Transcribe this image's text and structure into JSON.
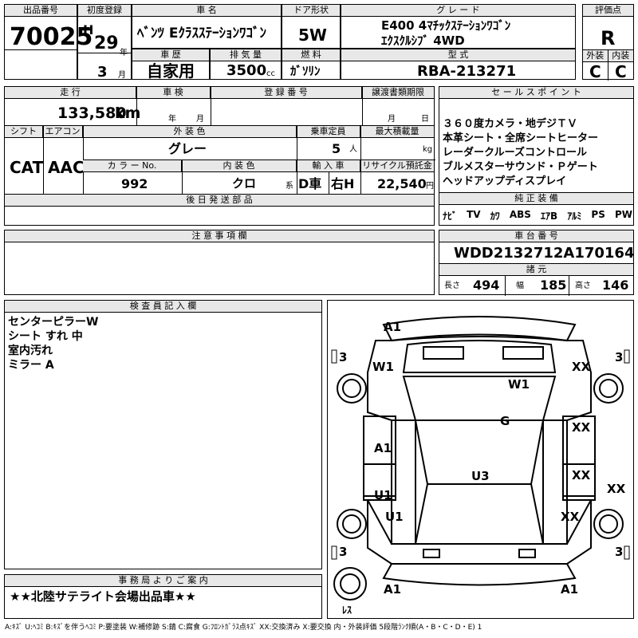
{
  "header": {
    "lot_label": "出品番号",
    "lot_number": "70025",
    "first_reg_label": "初度登録",
    "era_letter": "H",
    "reg_year": "29",
    "year_unit": "年",
    "reg_month": "3",
    "month_unit": "月",
    "car_name_label": "車 名",
    "car_name": "ﾍﾞﾝﾂ Eｸﾗｽｽﾃｰｼｮﾝﾜｺﾞﾝ",
    "door_label": "ドア形状",
    "door_value": "5W",
    "grade_label": "グ レ ー ド",
    "grade_line1": "E400 4ﾏﾁｯｸｽﾃｰｼｮﾝﾜｺﾞﾝ",
    "grade_line2": "ｴｸｽｸﾙｼﾌﾞ 4WD",
    "score_label": "評価点",
    "score": "R",
    "history_label": "車 歴",
    "history_value": "自家用",
    "displacement_label": "排 気 量",
    "displacement_value": "3500",
    "displacement_unit": "cc",
    "fuel_label": "燃 料",
    "fuel_value": "ｶﾞｿﾘﾝ",
    "model_label": "型 式",
    "model_value": "RBA-213271",
    "exterior_label": "外装",
    "exterior_grade": "C",
    "interior_label": "内装",
    "interior_grade": "C"
  },
  "details": {
    "mileage_label": "走 行",
    "mileage_value": "133,580",
    "mileage_unit": "km",
    "inspection_label": "車 検",
    "insp_year_unit": "年",
    "insp_month_unit": "月",
    "plate_label": "登 録 番 号",
    "transfer_label": "譲渡書類期限",
    "transfer_month_unit": "月",
    "transfer_day_unit": "日",
    "shift_label": "シフト",
    "shift_value": "CAT",
    "ac_label": "エアコン",
    "ac_value": "AAC",
    "color_label": "外 装 色",
    "color_value": "グレー",
    "capacity_label": "乗車定員",
    "capacity_value": "5",
    "capacity_unit": "人",
    "load_label": "最大積載量",
    "load_unit": "kg",
    "color_no_label": "カ ラ ー No.",
    "color_no_value": "992",
    "interior_color_label": "内 装 色",
    "interior_color_value": "クロ",
    "interior_color_unit": "系",
    "import_label": "輸 入 車",
    "import_value1": "D車",
    "import_value2": "右H",
    "recycle_label": "リサイクル預託金",
    "recycle_value": "22,540",
    "recycle_unit": "円",
    "later_parts_label": "後 日 発 送 部 品"
  },
  "sales_points": {
    "label": "セ ー ル ス ポ イ ン ト",
    "lines": [
      "３６０度カメラ・地デジＴＶ",
      "本革シート・全席シートヒーター",
      "レーダークルーズコントロール",
      "ブルメスターサウンド・Ｐゲート",
      "ヘッドアップディスプレイ"
    ]
  },
  "equipment": {
    "label": "純 正 装 備",
    "items": [
      "ﾅﾋﾞ",
      "TV",
      "ｶﾜ",
      "ABS",
      "ｴｱB",
      "ｱﾙﾐ",
      "PS",
      "PW"
    ]
  },
  "notes": {
    "label": "注 意 事 項 欄"
  },
  "chassis": {
    "label": "車 台 番 号",
    "value": "WDD2132712A170164",
    "spec_label": "諸 元",
    "length_label": "長さ",
    "length_value": "494",
    "width_label": "幅",
    "width_value": "185",
    "height_label": "高さ",
    "height_value": "146"
  },
  "inspector": {
    "label": "検 査 員 記 入 欄",
    "lines": [
      "センターピラーW",
      "シート すれ 中",
      "室内汚れ",
      "ミラー A"
    ]
  },
  "diagram": {
    "marks": {
      "front_bumper": "A1",
      "tire_fl": "3",
      "tire_fr": "3",
      "fender_fl": "W1",
      "fender_fr": "XX",
      "hood": "W1",
      "windshield": "G",
      "door_fl": "A1",
      "door_fr": "XX",
      "roof": "U3",
      "door_rl": "U1",
      "door_rr": "XX",
      "rocker_r": "XX",
      "fender_rl": "U1",
      "fender_rr": "XX",
      "tire_rl": "3",
      "tire_rr": "3",
      "rear_l": "A1",
      "rear_r": "A1",
      "spare": "ﾚｽ"
    }
  },
  "office": {
    "label": "事 務 局 よ り ご 案 内",
    "message": "★★北陸サテライト会場出品車★★"
  },
  "legend": "A:ｷｽﾞ U:ﾍｺﾐ B:ｷｽﾞを伴うﾍｺﾐ P:要塗装 W:補修跡 S:錆 C:腐食 G:ﾌﾛﾝﾄｶﾞﾗｽ点ｷｽﾞ XX:交換済み X:要交換 内・外装評価 5段階ﾗﾝｸ順(A・B・C・D・E) 1"
}
